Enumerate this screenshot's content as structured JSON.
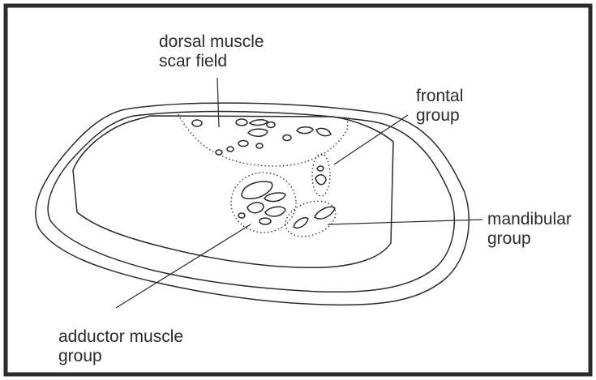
{
  "labels": {
    "dorsal": {
      "line1": "dorsal muscle",
      "line2": "scar field"
    },
    "frontal": {
      "line1": "frontal",
      "line2": "group"
    },
    "mandibular": {
      "line1": "mandibular",
      "line2": "group"
    },
    "adductor": {
      "line1": "adductor muscle",
      "line2": "group"
    }
  },
  "colors": {
    "line": "#2b2b2b",
    "background": "#ffffff"
  }
}
